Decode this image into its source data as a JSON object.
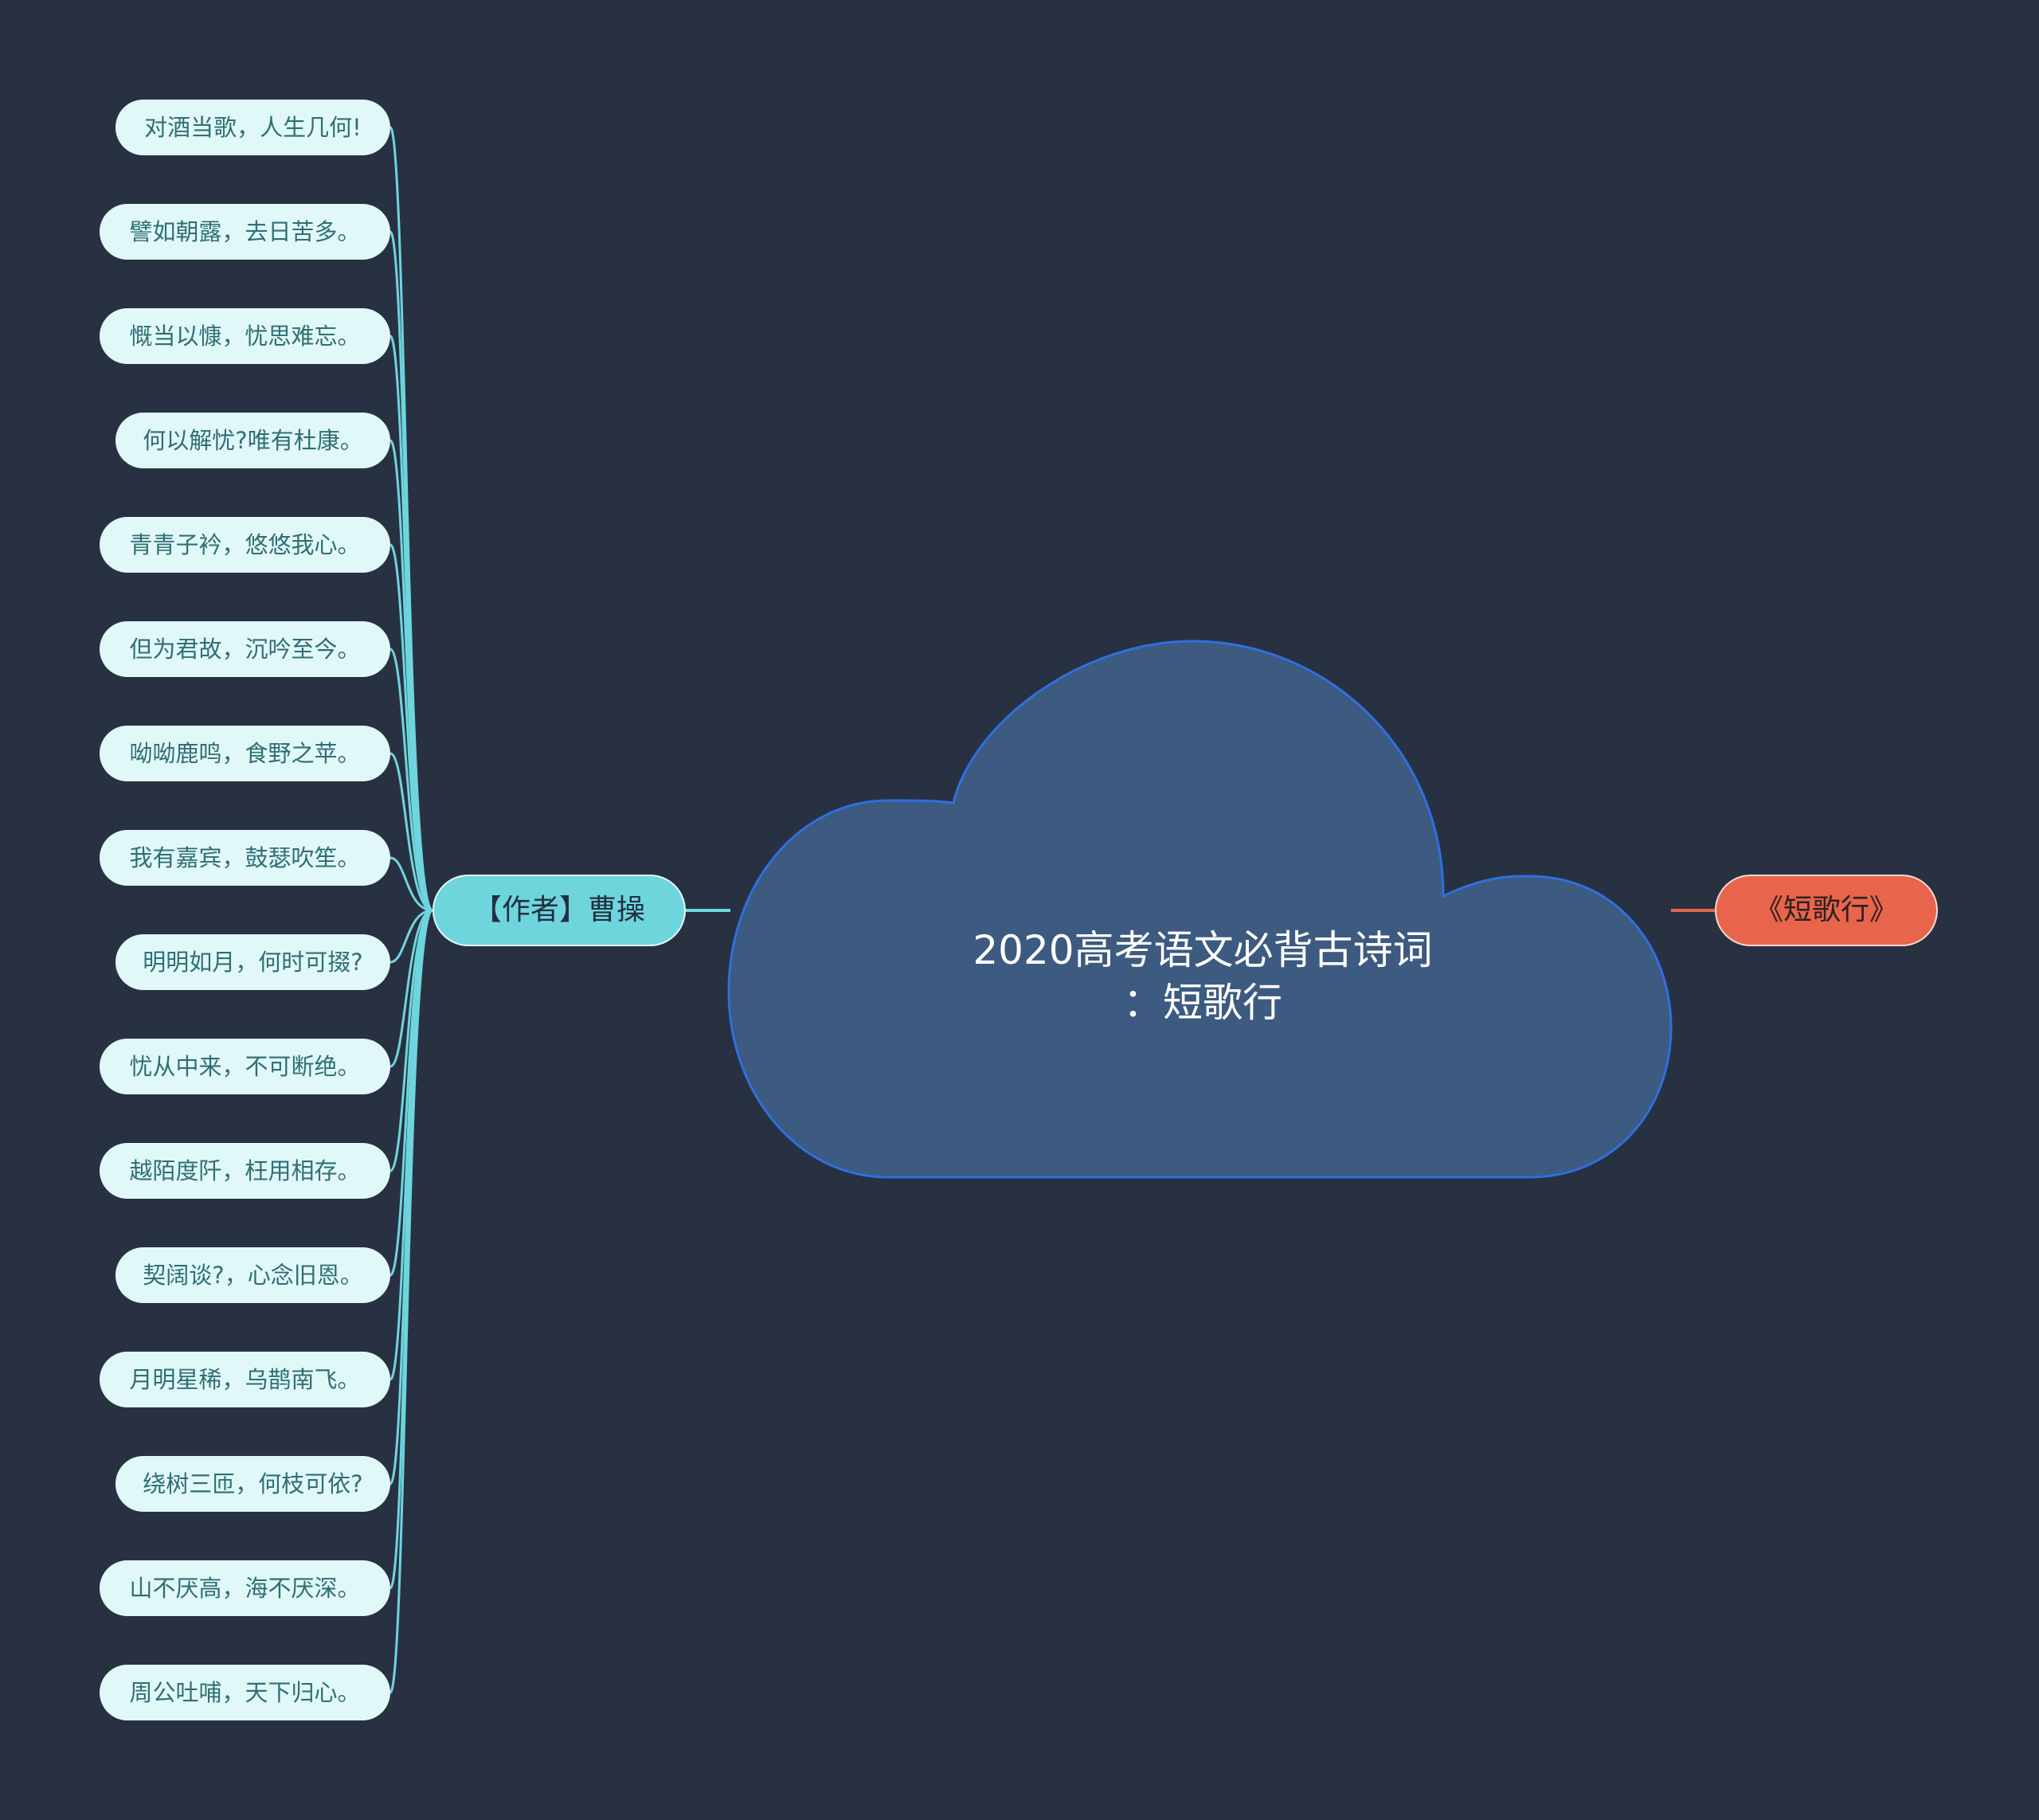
{
  "central_topic": {
    "line1": "2020高考语文必背古诗词",
    "line2": "：短歌行"
  },
  "author_branch": {
    "label": "【作者】曹操",
    "color": "#6ed5dd"
  },
  "title_branch": {
    "label": "《短歌行》",
    "color": "#e8644a"
  },
  "lines": [
    "对酒当歌，人生几何!",
    "譬如朝露，去日苦多。",
    "慨当以慷，忧思难忘。",
    "何以解忧?唯有杜康。",
    "青青子衿，悠悠我心。",
    "但为君故，沉吟至今。",
    "呦呦鹿鸣，食野之苹。",
    "我有嘉宾，鼓瑟吹笙。",
    "明明如月，何时可掇?",
    "忧从中来，不可断绝。",
    "越陌度阡，枉用相存。",
    "契阔谈?，心念旧恩。",
    "月明星稀，乌鹊南飞。",
    "绕树三匝，何枝可依?",
    "山不厌高，海不厌深。",
    "周公吐哺，天下归心。"
  ],
  "colors": {
    "background": "#283142",
    "cloud_fill": "#3d5a80",
    "cloud_stroke": "#2f6fe0",
    "leaf_fill": "#e1f8f9",
    "leaf_text": "#2f6f73",
    "link": "#6ed5dd"
  }
}
